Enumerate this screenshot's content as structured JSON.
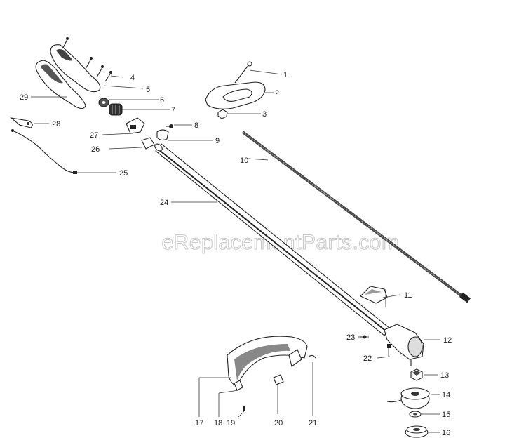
{
  "watermark": "eReplacementParts.com",
  "callouts": {
    "p1": "1",
    "p2": "2",
    "p3": "3",
    "p4": "4",
    "p5": "5",
    "p6": "6",
    "p7": "7",
    "p8": "8",
    "p9": "9",
    "p10": "10",
    "p11": "11",
    "p12": "12",
    "p13": "13",
    "p14": "14",
    "p15": "15",
    "p16": "16",
    "p17": "17",
    "p18": "18",
    "p19": "19",
    "p20": "20",
    "p21": "21",
    "p22": "22",
    "p23": "23",
    "p24": "24",
    "p25": "25",
    "p26": "26",
    "p27": "27",
    "p28": "28",
    "p29": "29"
  },
  "colors": {
    "line": "#333333",
    "part_fill": "#ffffff",
    "part_dark": "#1a1a1a",
    "part_grey": "#9a9a9a",
    "watermark_stroke": "#c9c9c9"
  }
}
